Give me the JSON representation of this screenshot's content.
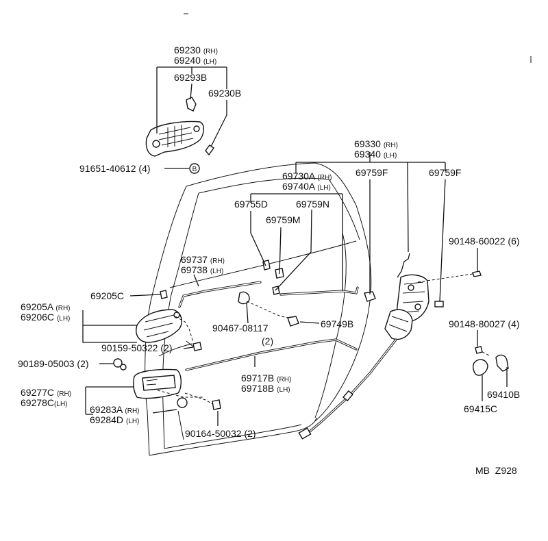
{
  "labels": [
    {
      "id": "l01",
      "part": "69230",
      "side": "(RH)"
    },
    {
      "id": "l02",
      "part": "69240",
      "side": "(LH)"
    },
    {
      "id": "l03",
      "part": "69293B",
      "side": ""
    },
    {
      "id": "l04",
      "part": "69230B",
      "side": ""
    },
    {
      "id": "l05",
      "part": "91651-40612",
      "side": "(4)"
    },
    {
      "id": "l06",
      "part": "69330",
      "side": "(RH)"
    },
    {
      "id": "l07",
      "part": "69340",
      "side": "(LH)"
    },
    {
      "id": "l08",
      "part": "69730A",
      "side": "(RH)"
    },
    {
      "id": "l09",
      "part": "69740A",
      "side": "(LH)"
    },
    {
      "id": "l10",
      "part": "69759F",
      "side": ""
    },
    {
      "id": "l11",
      "part": "69759F",
      "side": ""
    },
    {
      "id": "l12",
      "part": "69755D",
      "side": ""
    },
    {
      "id": "l13",
      "part": "69759N",
      "side": ""
    },
    {
      "id": "l14",
      "part": "69759M",
      "side": ""
    },
    {
      "id": "l15",
      "part": "90148-60022",
      "side": "(6)"
    },
    {
      "id": "l16",
      "part": "69737",
      "side": "(RH)"
    },
    {
      "id": "l17",
      "part": "69738",
      "side": "(LH)"
    },
    {
      "id": "l18",
      "part": "69205C",
      "side": ""
    },
    {
      "id": "l19",
      "part": "69205A",
      "side": "(RH)"
    },
    {
      "id": "l20",
      "part": "69206C",
      "side": "(LH)"
    },
    {
      "id": "l21",
      "part": "90467-08117",
      "side": ""
    },
    {
      "id": "l22",
      "part": "(2)",
      "side": ""
    },
    {
      "id": "l23",
      "part": "69749B",
      "side": ""
    },
    {
      "id": "l24",
      "part": "90148-80027",
      "side": "(4)"
    },
    {
      "id": "l25",
      "part": "90159-50322",
      "side": "(2)"
    },
    {
      "id": "l26",
      "part": "90189-05003",
      "side": "(2)"
    },
    {
      "id": "l27",
      "part": "69717B",
      "side": "(RH)"
    },
    {
      "id": "l28",
      "part": "69718B",
      "side": "(LH)"
    },
    {
      "id": "l29",
      "part": "69277C",
      "side": "(RH)"
    },
    {
      "id": "l30",
      "part": "69278C",
      "side": "(LH)"
    },
    {
      "id": "l31",
      "part": "69283A",
      "side": "(RH)"
    },
    {
      "id": "l32",
      "part": "69284D",
      "side": "(LH)"
    },
    {
      "id": "l33",
      "part": "69410B",
      "side": ""
    },
    {
      "id": "l34",
      "part": "69415C",
      "side": ""
    },
    {
      "id": "l35",
      "part": "90164-50032",
      "side": "(2)"
    }
  ],
  "marker": "B",
  "footer": {
    "code": "MB  Z928"
  }
}
